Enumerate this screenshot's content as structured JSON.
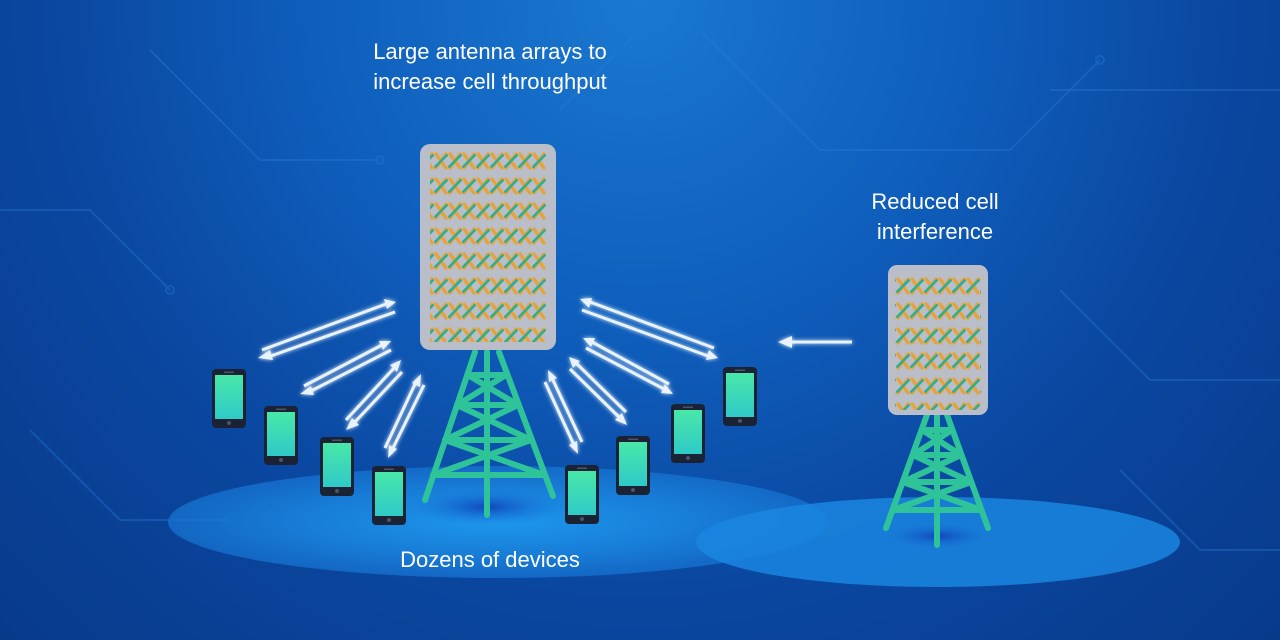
{
  "labels": {
    "main_array": [
      "Large antenna arrays to",
      "increase cell throughput"
    ],
    "reduced_interference": [
      "Reduced cell",
      "interference"
    ],
    "devices": "Dozens of devices"
  },
  "colors": {
    "background": "#0f5fbd",
    "panel": "#b9bec8",
    "element_orange": "#e8a23a",
    "element_green": "#2fae8f",
    "tower": "#2fc39a",
    "phone_body": "#1b2233",
    "phone_screen": "#3ee3a0",
    "coverage": "#1a8fe8",
    "arrow": "#e9f3ff"
  },
  "icons": [
    "antenna-array-icon",
    "cell-tower-icon",
    "smartphone-icon",
    "bidirectional-arrow-icon",
    "interference-arrow-icon"
  ]
}
